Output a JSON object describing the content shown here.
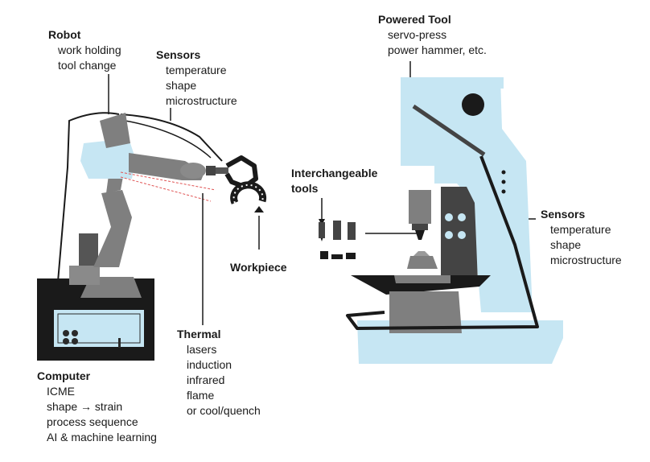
{
  "colors": {
    "light_blue": "#c6e6f3",
    "gray": "#7f7f7f",
    "dark_gray": "#444444",
    "black": "#1a1a1a",
    "laser_red": "#e05555"
  },
  "labels": {
    "robot": {
      "title": "Robot",
      "lines": [
        "work holding",
        "tool change"
      ]
    },
    "sensors_robot": {
      "title": "Sensors",
      "lines": [
        "temperature",
        "shape",
        "microstructure"
      ]
    },
    "powered_tool": {
      "title": "Powered Tool",
      "lines": [
        "servo-press",
        "power hammer, etc."
      ]
    },
    "interchangeable": {
      "title_line1": "Interchangeable",
      "title_line2": "tools"
    },
    "sensors_press": {
      "title": "Sensors",
      "lines": [
        "temperature",
        "shape",
        "microstructure"
      ]
    },
    "workpiece": {
      "title": "Workpiece"
    },
    "thermal": {
      "title": "Thermal",
      "lines": [
        "lasers",
        "induction",
        "infrared",
        "flame",
        "or cool/quench"
      ]
    },
    "computer": {
      "title": "Computer",
      "lines": [
        "ICME",
        "shape → strain",
        "process sequence",
        "AI & machine learning"
      ]
    }
  }
}
